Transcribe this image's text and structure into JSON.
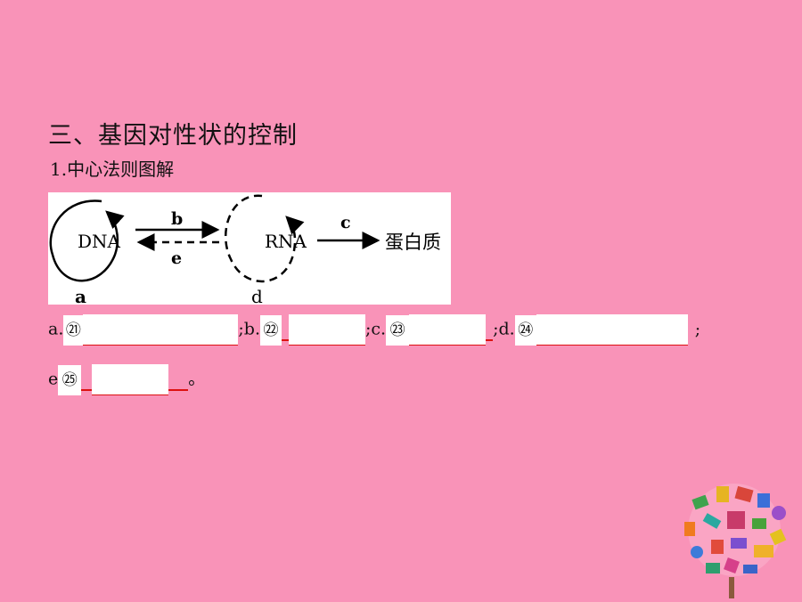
{
  "title": "三、基因对性状的控制",
  "subtitle": "1.中心法则图解",
  "diagram": {
    "dna": "DNA",
    "rna": "RNA",
    "protein": "蛋白质",
    "label_a": "a",
    "label_b": "b",
    "label_c": "c",
    "label_d": "d",
    "label_e": "e"
  },
  "answers": {
    "a_prefix": "a.",
    "a_num": "㉑",
    "b_prefix": ";b.",
    "b_num": "㉒",
    "c_prefix": ";c.",
    "c_num": "㉓",
    "d_prefix": ";d.",
    "d_num": "㉔",
    "end_semicolon": ";",
    "e_prefix": "e",
    "e_num": "㉕",
    "e_end": "。"
  }
}
